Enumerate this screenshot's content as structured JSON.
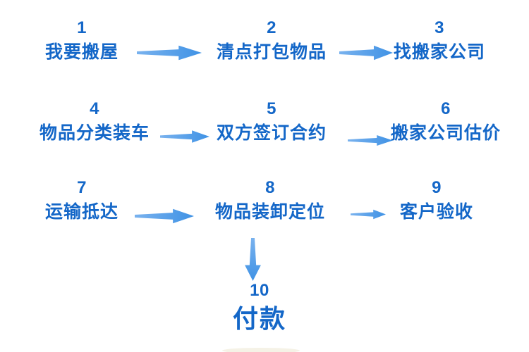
{
  "diagram": {
    "type": "flowchart",
    "topic": "moving-house-process",
    "steps": [
      {
        "num": "1",
        "label": "我要搬屋"
      },
      {
        "num": "2",
        "label": "清点打包物品"
      },
      {
        "num": "3",
        "label": "找搬家公司"
      },
      {
        "num": "4",
        "label": "物品分类装车"
      },
      {
        "num": "5",
        "label": "双方签订合约"
      },
      {
        "num": "6",
        "label": "搬家公司估价"
      },
      {
        "num": "7",
        "label": "运输抵达"
      },
      {
        "num": "8",
        "label": "物品装卸定位"
      },
      {
        "num": "9",
        "label": "客户验收"
      },
      {
        "num": "10",
        "label": "付款"
      }
    ],
    "connections": [
      {
        "from": "1",
        "to": "2",
        "direction": "right"
      },
      {
        "from": "2",
        "to": "3",
        "direction": "right"
      },
      {
        "from": "4",
        "to": "5",
        "direction": "right"
      },
      {
        "from": "5",
        "to": "6",
        "direction": "right"
      },
      {
        "from": "7",
        "to": "8",
        "direction": "right"
      },
      {
        "from": "8",
        "to": "9",
        "direction": "right"
      },
      {
        "from": "8",
        "to": "10",
        "direction": "down"
      }
    ]
  },
  "palette": {
    "text_blue": "#1467c8",
    "arrow_blue": "#4b98e7",
    "arrow_blue_light": "#79b2ee",
    "background": "#ffffff"
  }
}
